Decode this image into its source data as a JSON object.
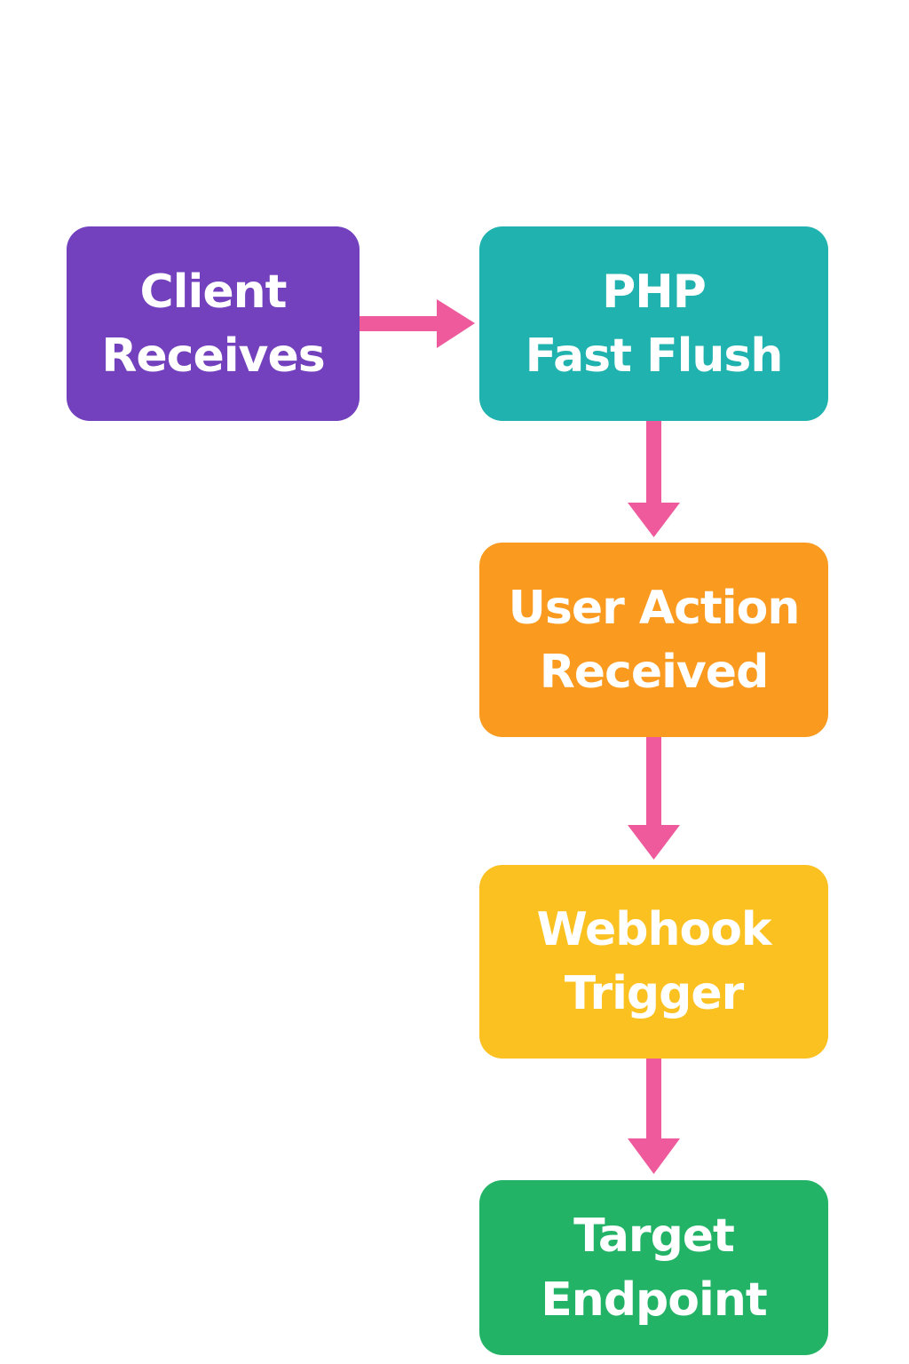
{
  "colors": {
    "client": "#7341bd",
    "php": "#1fb2ae",
    "user_action": "#fa9b20",
    "webhook": "#fbc120",
    "target": "#23b366",
    "arrow": "#ee5a9c",
    "background": "#ffffff",
    "text": "#ffffff"
  },
  "nodes": {
    "client": {
      "line1": "Client",
      "line2": "Receives"
    },
    "php": {
      "line1": "PHP",
      "line2": "Fast Flush"
    },
    "user_action": {
      "line1": "User Action",
      "line2": "Received"
    },
    "webhook": {
      "line1": "Webhook",
      "line2": "Trigger"
    },
    "target": {
      "line1": "Target",
      "line2": "Endpoint"
    }
  },
  "edges": [
    {
      "from": "client",
      "to": "php"
    },
    {
      "from": "php",
      "to": "user_action"
    },
    {
      "from": "user_action",
      "to": "webhook"
    },
    {
      "from": "webhook",
      "to": "target"
    }
  ]
}
